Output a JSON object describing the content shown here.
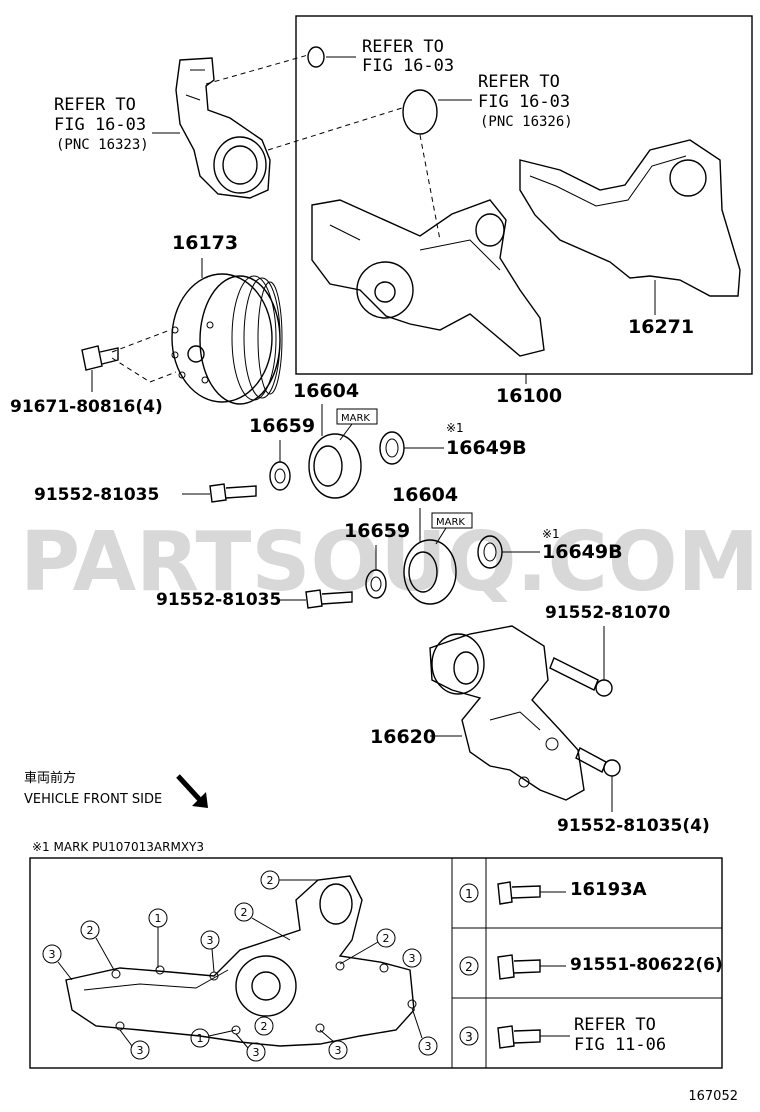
{
  "refs": {
    "top_left": {
      "line1": "REFER TO",
      "line2": "FIG 16-03",
      "line3": "(PNC 16323)"
    },
    "top_mid": {
      "line1": "REFER TO",
      "line2": "FIG 16-03"
    },
    "top_right": {
      "line1": "REFER TO",
      "line2": "FIG 16-03",
      "line3": "(PNC 16326)"
    }
  },
  "parts": {
    "p16173": "16173",
    "p16271": "16271",
    "p16100": "16100",
    "p91671": "91671-80816(4)",
    "p16604a": "16604",
    "p16659a": "16659",
    "p16649a": "16649B",
    "p91552a": "91552-81035",
    "p16604b": "16604",
    "p16659b": "16659",
    "p16649b": "16649B",
    "p91552b": "91552-81035",
    "p91552c": "91552-81070",
    "p16620": "16620",
    "p91552d": "91552-81035(4)"
  },
  "marks": {
    "mark_a": "MARK",
    "mark_b": "MARK",
    "note_a": "※1",
    "note_b": "※1"
  },
  "front": {
    "jp": "車両前方",
    "en": "VEHICLE FRONT SIDE"
  },
  "legend": {
    "title": "※1 MARK PU107013ARMXY3",
    "rows": [
      {
        "num": "1",
        "text": "16193A"
      },
      {
        "num": "2",
        "text": "91551-80622(6)"
      },
      {
        "num": "3",
        "text1": "REFER TO",
        "text2": "FIG 11-06"
      }
    ]
  },
  "callouts": {
    "c1": "1",
    "c2": "2",
    "c3": "3"
  },
  "watermark": "PARTSOUQ.COM",
  "figure_id": "167052"
}
